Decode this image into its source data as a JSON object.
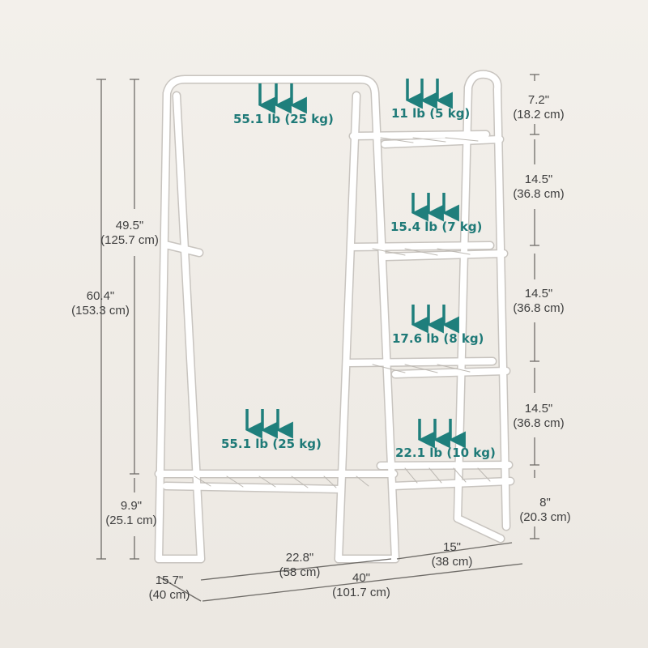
{
  "colors": {
    "background": "#efebe6",
    "frame": "#ffffff",
    "outline": "#c9c6c1",
    "arrow": "#1f7f7c",
    "dimension_line": "#6f6c68",
    "text": "#3f3f3f"
  },
  "loads": {
    "hanging_rod": "55.1 lb (25 kg)",
    "top_shelf": "11 lb (5 kg)",
    "second_shelf": "15.4 lb (7 kg)",
    "third_shelf": "17.6 lb (8 kg)",
    "bottom_left_shelf": "55.1 lb (25 kg)",
    "bottom_right_shelf": "22.1 lb (10 kg)"
  },
  "dimensions": {
    "rod_height_in": "49.5\"",
    "rod_height_cm": "(125.7 cm)",
    "total_height_in": "60.4\"",
    "total_height_cm": "(153.3 cm)",
    "bottom_clearance_in": "9.9\"",
    "bottom_clearance_cm": "(25.1 cm)",
    "top_gap_in": "7.2\"",
    "top_gap_cm": "(18.2 cm)",
    "shelf_gap1_in": "14.5\"",
    "shelf_gap1_cm": "(36.8 cm)",
    "shelf_gap2_in": "14.5\"",
    "shelf_gap2_cm": "(36.8 cm)",
    "shelf_gap3_in": "14.5\"",
    "shelf_gap3_cm": "(36.8 cm)",
    "bottom_shelf_in": "8\"",
    "bottom_shelf_cm": "(20.3 cm)",
    "left_width_in": "22.8\"",
    "left_width_cm": "(58 cm)",
    "right_width_in": "15\"",
    "right_width_cm": "(38 cm)",
    "total_width_in": "40\"",
    "total_width_cm": "(101.7 cm)",
    "depth_in": "15.7\"",
    "depth_cm": "(40 cm)"
  }
}
